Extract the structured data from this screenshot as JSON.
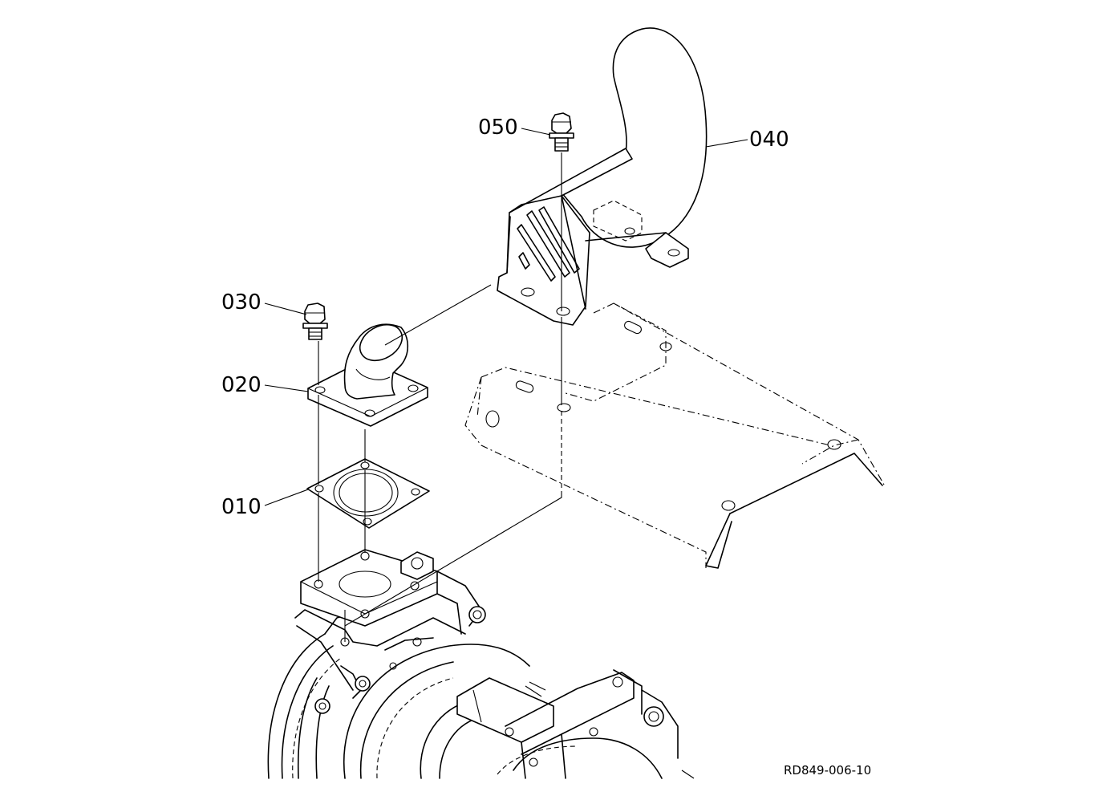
{
  "diagram": {
    "labels": {
      "p010": "010",
      "p020": "020",
      "p030": "030",
      "p040": "040",
      "p050": "050"
    },
    "reference_code": "RD849-006-10"
  }
}
